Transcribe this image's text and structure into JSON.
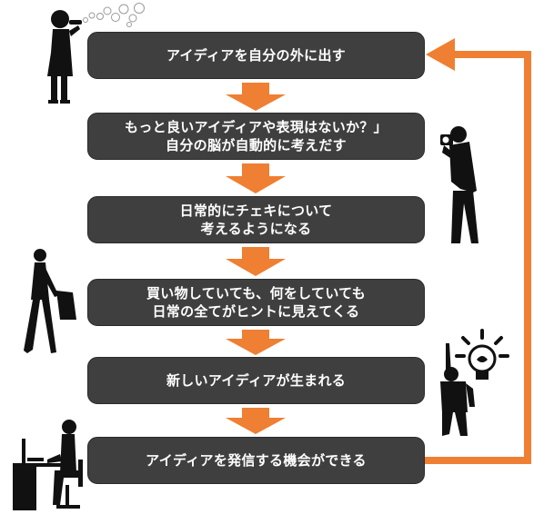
{
  "colors": {
    "box_fill": "#3f3f3f",
    "box_text": "#ffffff",
    "arrow": "#ef7f32",
    "figure": "#111111"
  },
  "steps": [
    {
      "lines": [
        "アイディアを自分の外に出す"
      ]
    },
    {
      "lines": [
        "もっと良いアイディアや表現はないか？」",
        "自分の脳が自動的に考えだす"
      ]
    },
    {
      "lines": [
        "日常的にチェキについて",
        "考えるようになる"
      ]
    },
    {
      "lines": [
        "買い物していても、何をしていても",
        "日常の全てがヒントに見えてくる"
      ]
    },
    {
      "lines": [
        "新しいアイディアが生まれる"
      ]
    },
    {
      "lines": [
        "アイディアを発信する機会ができる"
      ]
    }
  ],
  "icons": [
    "person-drinking-icon",
    "bubbles-icon",
    "photographer-icon",
    "walking-woman-icon",
    "cheering-man-icon",
    "lightbulb-icon",
    "woman-at-desk-icon"
  ]
}
